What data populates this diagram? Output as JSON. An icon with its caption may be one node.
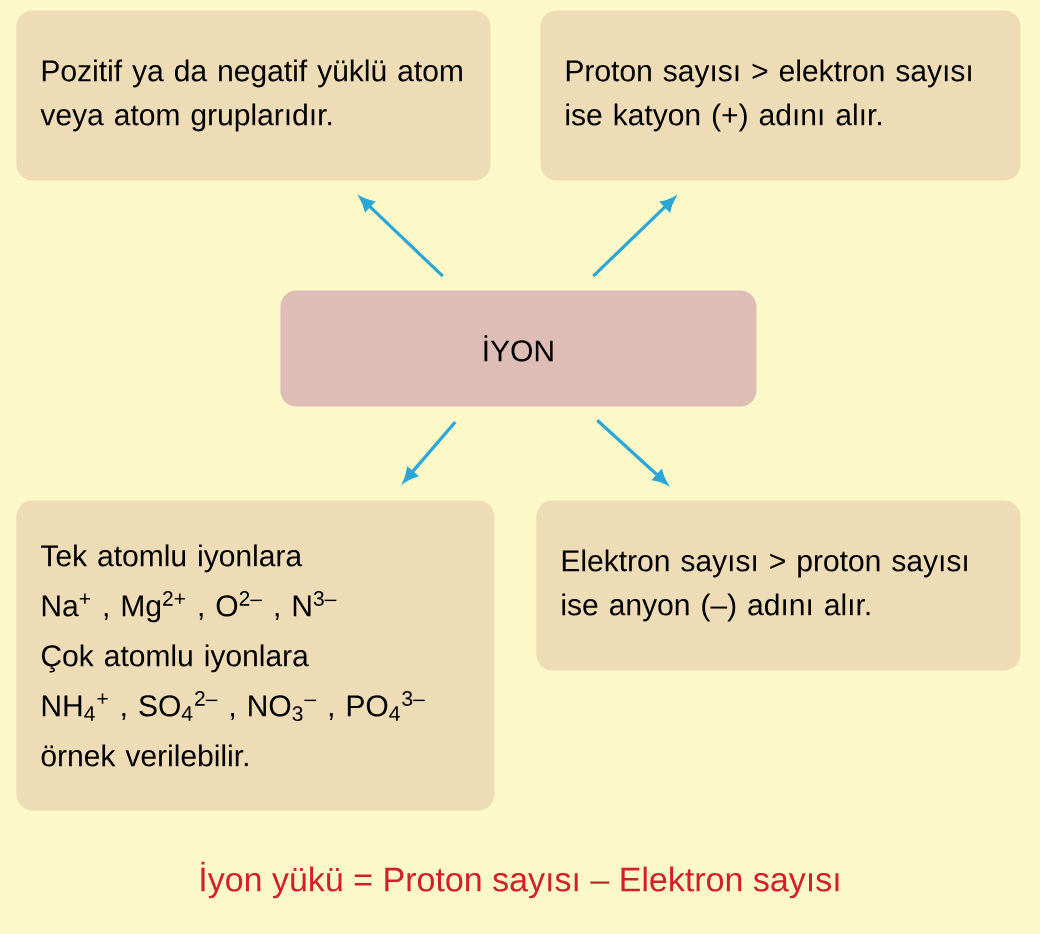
{
  "diagram": {
    "caption": "İyon yükü = Proton sayısı – Elektron sayısı",
    "nodes": [
      {
        "text": [
          "Pozitif ya da negatif yüklü atom veya atom gruplarıdır."
        ]
      },
      {
        "text": [
          "Proton sayısı > elektron sayısı ise katyon (+) adını alır."
        ]
      },
      {
        "text": [
          "İYON"
        ]
      },
      {
        "text": [
          "Tek atomlu iyonlara",
          "Na$^{+}$ , Mg$^{2+}$ , O$^{2–}$ , N$^{3–}$",
          "Çok atomlu iyonlara",
          "NH$_{4}$$^{+}$ , SO$_{4}$$^{2–}$ , NO$_{3}$$^{–}$ , PO$_{4}$$^{3–}$",
          "örnek verilebilir."
        ]
      },
      {
        "text": [
          "Elektron sayısı > proton sayısı ise anyon (–) adını alır."
        ]
      }
    ],
    "edges": [
      {
        "from": 2,
        "to": 0,
        "arrow": "to"
      },
      {
        "from": 2,
        "to": 1,
        "arrow": "to"
      },
      {
        "from": 2,
        "to": 3,
        "arrow": "to"
      },
      {
        "from": 2,
        "to": 4,
        "arrow": "to"
      }
    ]
  }
}
